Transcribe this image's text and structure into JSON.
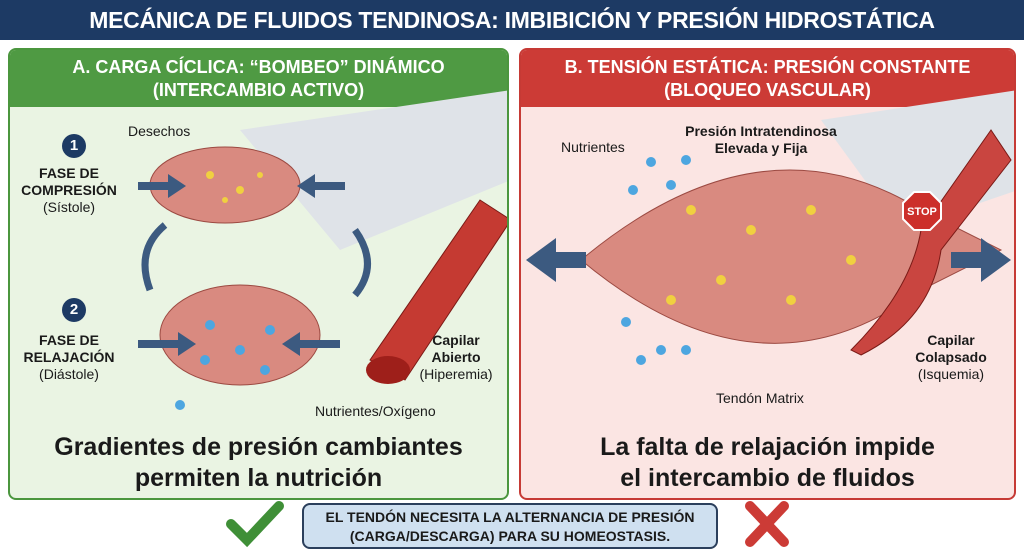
{
  "title": "MECÁNICA DE FLUIDOS TENDINOSA: IMBIBICIÓN Y PRESIÓN HIDROSTÁTICA",
  "left": {
    "header_line1": "A. CARGA CÍCLICA: “BOMBEO” DINÁMICO",
    "header_line2": "(INTERCAMBIO ACTIVO)",
    "waste": "Desechos",
    "step1_num": "1",
    "step1_title1": "FASE DE",
    "step1_title2": "COMPRESIÓN",
    "step1_sub": "(Sístole)",
    "step2_num": "2",
    "step2_title1": "FASE DE",
    "step2_title2": "RELAJACIÓN",
    "step2_sub": "(Diástole)",
    "capillary1": "Capilar",
    "capillary2": "Abierto",
    "capillary_sub": "(Hiperemia)",
    "nutrients": "Nutrientes/Oxígeno",
    "conclusion1": "Gradientes de presión cambiantes",
    "conclusion2": "permiten la nutrición"
  },
  "right": {
    "header_line1": "B. TENSIÓN ESTÁTICA: PRESIÓN CONSTANTE",
    "header_line2": "(BLOQUEO VASCULAR)",
    "nutrients": "Nutrientes",
    "pressure1": "Presión Intratendinosa",
    "pressure2": "Elevada y Fija",
    "stop": "STOP",
    "capillary1": "Capilar",
    "capillary2": "Colapsado",
    "capillary_sub": "(Isquemia)",
    "matrix": "Tendón Matrix",
    "conclusion1": "La falta de relajación impide",
    "conclusion2": "el intercambio de fluidos"
  },
  "note_line1": "EL TENDÓN NECESITA LA ALTERNANCIA DE PRESIÓN",
  "note_line2": "(CARGA/DESCARGA) PARA SU HOMEOSTASIS.",
  "colors": {
    "navy": "#1d3a64",
    "green": "#4f9a43",
    "red": "#cc3b36",
    "tendon": "#d98a80"
  }
}
